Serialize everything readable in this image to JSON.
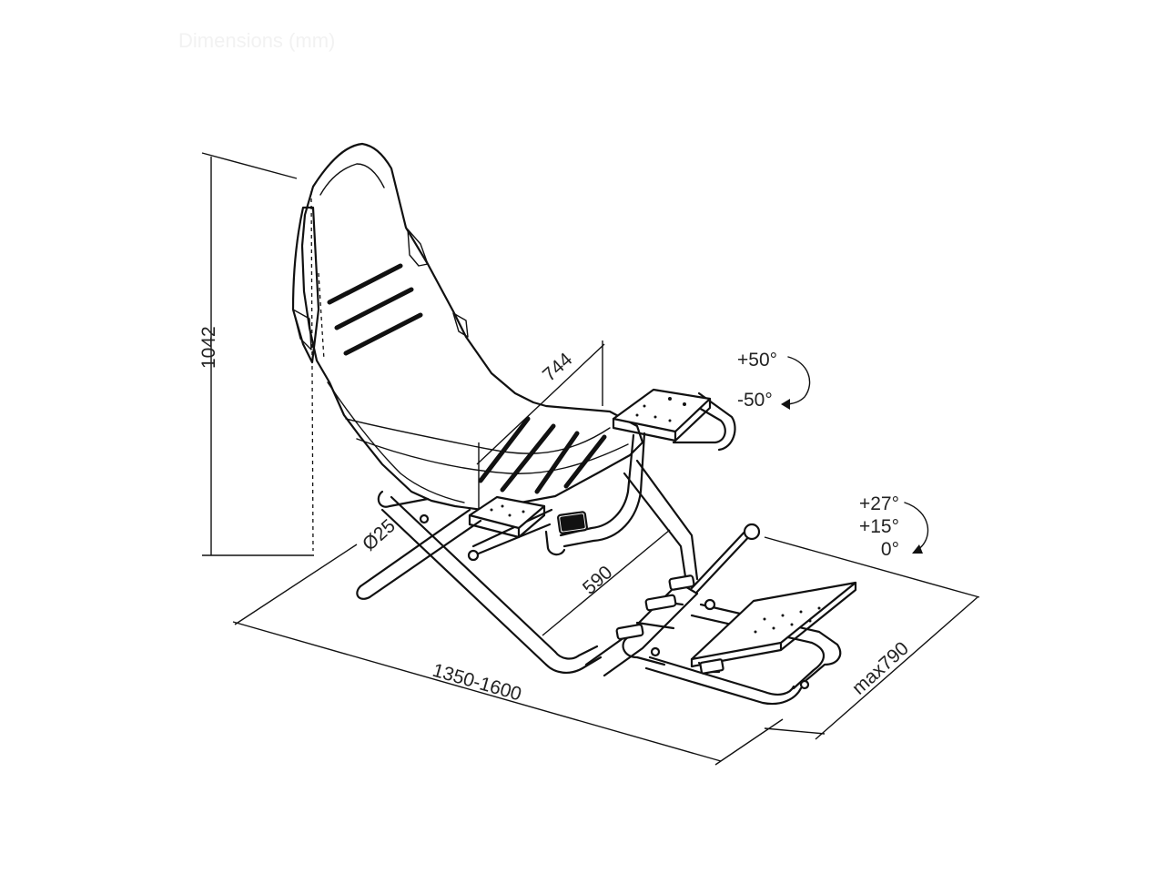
{
  "header": {
    "title": "Dimensions (mm)"
  },
  "dimensions": {
    "height": "1042",
    "seat_width": "744",
    "tube_diameter": "Ø25",
    "length": "1350-1600",
    "pedal_distance": "590",
    "pedal_depth": "max790"
  },
  "rotation": {
    "mount_plus": "+50°",
    "mount_minus": "-50°",
    "pedal_angles": [
      "+27°",
      "+15°",
      "0°"
    ]
  }
}
